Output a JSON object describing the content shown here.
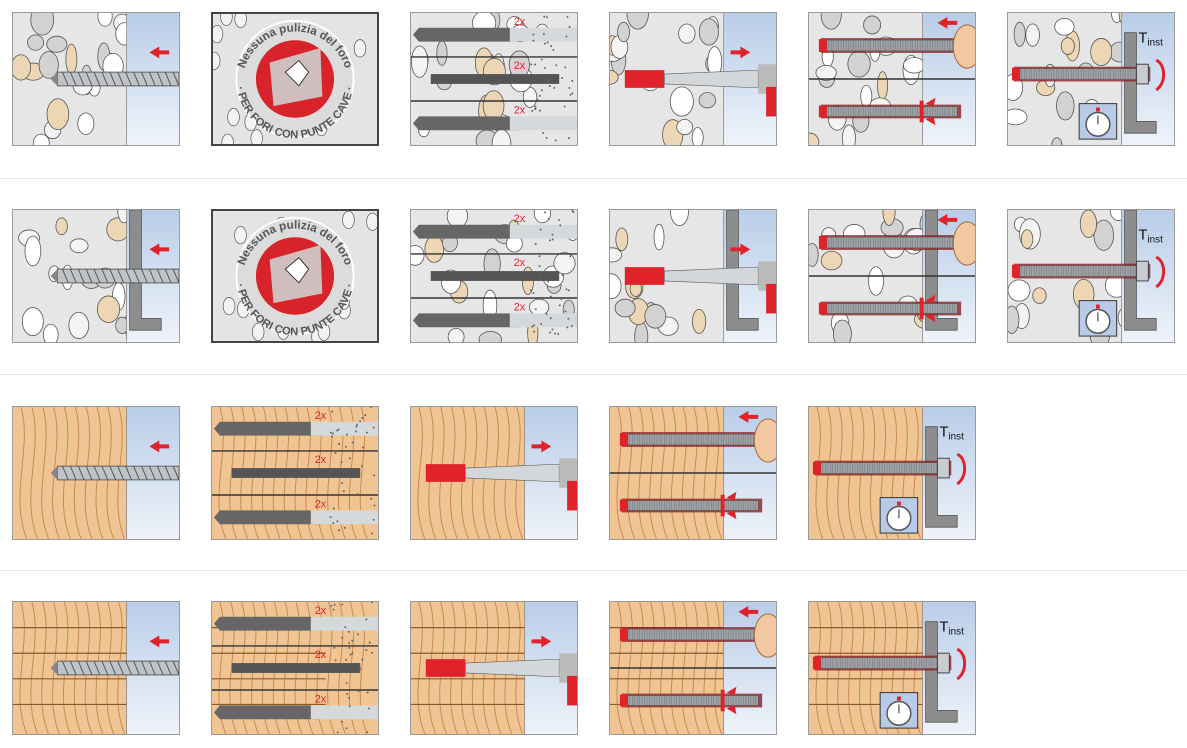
{
  "colors": {
    "accent": "#e0222a",
    "steel": "#9fa3a8",
    "blue": "#cddcef",
    "concrete": "#e6e6e6",
    "wood": "#f0c593"
  },
  "badge": {
    "top_text": "Nessuna pulizia del foro",
    "bottom_text": "· PER FORI CON PUNTE CAVE ·"
  },
  "torque_label": {
    "main": "T",
    "sub": "inst"
  },
  "repeat_label": "2x",
  "rows": [
    {
      "material": "concrete",
      "plate": false,
      "tiles": [
        "drill",
        "badge",
        "clean",
        "inject",
        "insert",
        "torque"
      ]
    },
    {
      "material": "concrete",
      "plate": true,
      "tiles": [
        "drill",
        "badge",
        "clean",
        "inject",
        "insert",
        "torque"
      ]
    },
    {
      "material": "wood",
      "plate": false,
      "tiles": [
        "drill",
        "clean",
        "inject",
        "insert",
        "torque"
      ]
    },
    {
      "material": "planks",
      "plate": false,
      "tiles": [
        "drill",
        "clean",
        "inject",
        "insert",
        "torque"
      ]
    }
  ]
}
